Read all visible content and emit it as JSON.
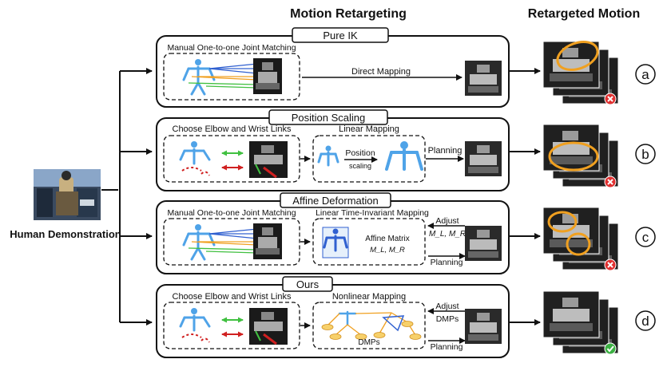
{
  "headers": {
    "retargeting": "Motion Retargeting",
    "retargeted": "Retargeted Motion"
  },
  "human_demo_label": "Human Demonstration",
  "rows": [
    {
      "title": "Pure IK",
      "stage1": "Manual One-to-one Joint Matching",
      "arrow_label": "Direct Mapping",
      "letter": "a",
      "status": "fail"
    },
    {
      "title": "Position Scaling",
      "stage1": "Choose Elbow and Wrist Links",
      "stage2": "Linear Mapping",
      "stage2_sub1": "Position",
      "stage2_sub2": "scaling",
      "arrow_label": "Planning",
      "letter": "b",
      "status": "fail"
    },
    {
      "title": "Affine Deformation",
      "stage1": "Manual One-to-one Joint Matching",
      "stage2": "Linear Time-Invariant Mapping",
      "stage2_sub1": "Affine Matrix",
      "stage2_sub2": "M_L, M_R",
      "adjust_label": "Adjust",
      "adjust_sub": "M_L, M_R",
      "arrow_label": "Planning",
      "letter": "c",
      "status": "fail"
    },
    {
      "title": "Ours",
      "stage1": "Choose Elbow and Wrist Links",
      "stage2": "Nonlinear Mapping",
      "stage2_sub1": "DMPs",
      "adjust_label": "Adjust",
      "adjust_sub": "DMPs",
      "arrow_label": "Planning",
      "letter": "d",
      "status": "success"
    }
  ],
  "colors": {
    "human_skeleton": "#4fa3e8",
    "fail": "#e03030",
    "success": "#3cb043",
    "highlight_ring": "#f0a020",
    "match_blue": "#3060d0",
    "match_orange": "#f0a020",
    "match_green": "#40c040",
    "robot_red": "#d02020"
  },
  "icons": {
    "fail": "cross-badge-icon",
    "success": "check-badge-icon"
  }
}
